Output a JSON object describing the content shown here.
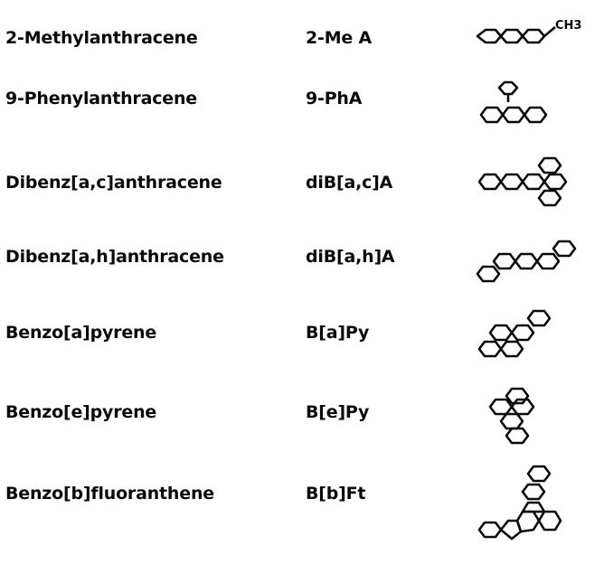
{
  "compounds": [
    {
      "name": "2-Methylanthracene",
      "abbr": "2-Me A",
      "structure_icon": "2-methylanthracene-structure",
      "substituent": "CH3"
    },
    {
      "name": "9-Phenylanthracene",
      "abbr": "9-PhA",
      "structure_icon": "9-phenylanthracene-structure"
    },
    {
      "name": "Dibenz[a,c]anthracene",
      "abbr": "diB[a,c]A",
      "structure_icon": "dibenz-ac-anthracene-structure"
    },
    {
      "name": "Dibenz[a,h]anthracene",
      "abbr": "diB[a,h]A",
      "structure_icon": "dibenz-ah-anthracene-structure"
    },
    {
      "name": "Benzo[a]pyrene",
      "abbr": "B[a]Py",
      "structure_icon": "benzo-a-pyrene-structure"
    },
    {
      "name": "Benzo[e]pyrene",
      "abbr": "B[e]Py",
      "structure_icon": "benzo-e-pyrene-structure"
    },
    {
      "name": "Benzo[b]fluoranthene",
      "abbr": "B[b]Ft",
      "structure_icon": "benzo-b-fluoranthene-structure"
    }
  ]
}
